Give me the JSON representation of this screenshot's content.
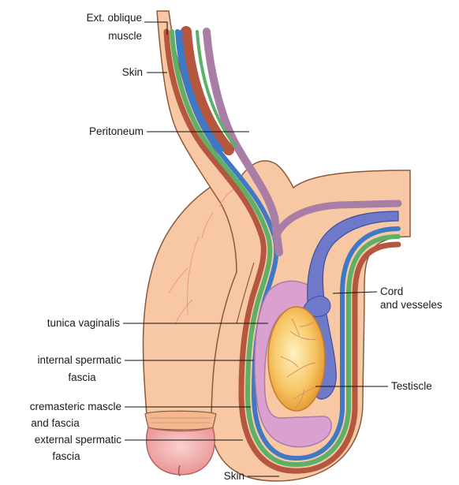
{
  "labels": {
    "ext_oblique_line1": "Ext. oblique",
    "ext_oblique_line2": "muscle",
    "skin_top": "Skin",
    "peritoneum": "Peritoneum",
    "cord_line1": "Cord",
    "cord_line2": "and vesseles",
    "tunica_vaginalis": "tunica vaginalis",
    "internal_line1": "internal spermatic",
    "internal_line2": "fascia",
    "testiscle": "Testiscle",
    "cremasteric_line1": "cremasteric mascle",
    "cremasteric_line2": "and fascia",
    "external_line1": "external spermatic",
    "external_line2": "fascia",
    "skin_bottom": "Skin"
  },
  "colors": {
    "skin": "#f7c8a3",
    "skin_outline": "#8a5a3c",
    "ext_oblique": "#b5563e",
    "internal_fascia": "#3f78c4",
    "cremasteric": "#5db067",
    "peritoneum": "#a97ea6",
    "tunica": "#c98ac0",
    "testis": "#f3b84a",
    "glans": "#f2a7a7"
  }
}
